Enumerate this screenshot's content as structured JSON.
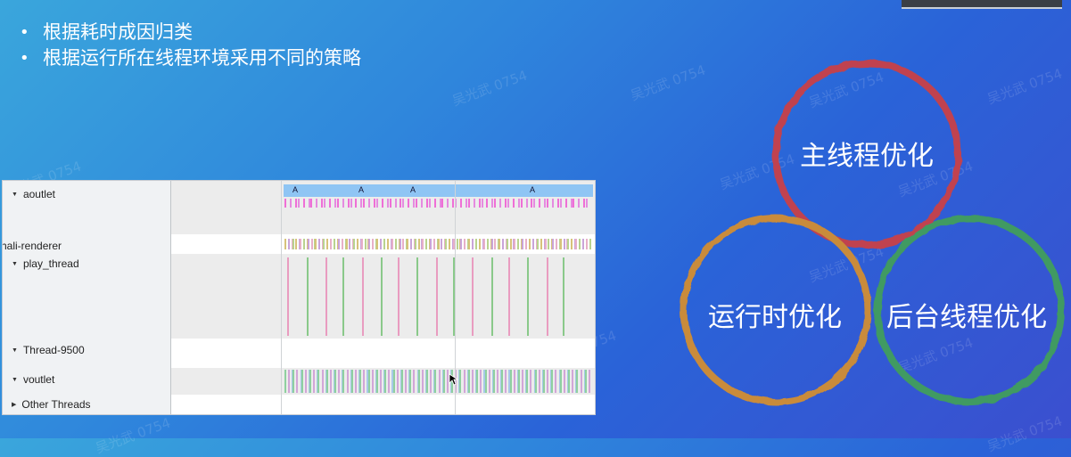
{
  "slide": {
    "bullets": [
      "根据耗时成因归类",
      "根据运行所在线程环境采用不同的策略"
    ],
    "watermark": "吴光武 0754"
  },
  "trace": {
    "threads": [
      {
        "label": "aoutlet",
        "expandable": true
      },
      {
        "label": "hali-renderer",
        "expandable": false
      },
      {
        "label": "play_thread",
        "expandable": true
      },
      {
        "label": "Thread-9500",
        "expandable": true
      },
      {
        "label": "voutlet",
        "expandable": true
      },
      {
        "label": "Other Threads",
        "expandable": true
      }
    ],
    "markers": [
      "A",
      "A",
      "A",
      "A"
    ]
  },
  "diagram": {
    "circles": [
      {
        "label": "主线程优化",
        "color": "#c0434f"
      },
      {
        "label": "运行时优化",
        "color": "#c98b3a"
      },
      {
        "label": "后台线程优化",
        "color": "#3f9a62"
      }
    ]
  }
}
